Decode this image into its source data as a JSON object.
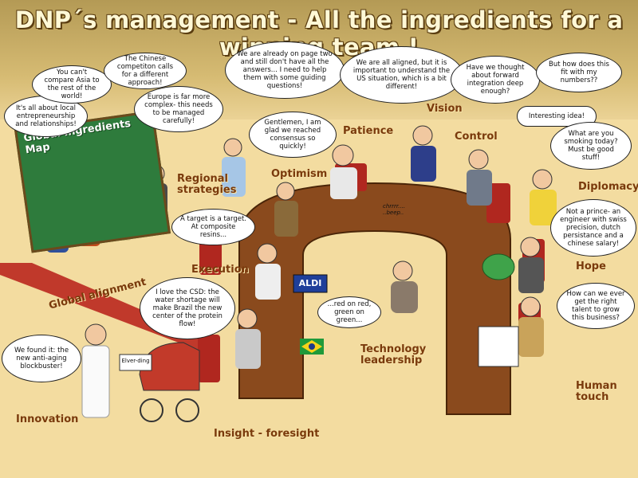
{
  "title": "DNP´s management - All the ingredients for a winning team !",
  "map_title": "Global Ingredients Map",
  "table_sign": "ALDI",
  "stroller_sign": "Elver-ding",
  "phone_text": "chrrrr.... ..beep..",
  "bubbles": {
    "entrepreneurship": "It's all about local entrepreneurship and relationships!",
    "asia": "You can't compare Asia to the rest of the world!",
    "chinese": "The Chinese competiton calls for a different approach!",
    "europe": "Europe is far more complex- this needs to be managed carefully!",
    "page_two": "We are already on page two and still don't have all the answers... I need to help them with some guiding questions!",
    "aligned": "We are all aligned, but it is important to understand the US situation, which is a bit different!",
    "integration": "Have we thought about forward integration deep enough?",
    "numbers": "But how does this fit with my numbers??",
    "gentlemen": "Gentlemen, I am glad we reached consensus so quickly!",
    "interesting": "Interesting idea!",
    "smoking": "What are you smoking today? Must be good stuff!",
    "prince": "Not a prince- an engineer with swiss precision, dutch persistance and a chinese salary!",
    "target": "A target is a target. At composite resins...",
    "csd": "I love the CSD: the water shortage will make Brazil the new center of the protein flow!",
    "red_on_red": "...red on red, green on green...",
    "talent": "How can we ever get the right talent to grow this business?",
    "anti_aging": "We found it: the new anti-aging blockbuster!"
  },
  "labels": {
    "vision": "Vision",
    "patience": "Patience",
    "control": "Control",
    "regional": "Regional strategies",
    "optimism": "Optimism",
    "diplomacy": "Diplomacy",
    "execution": "Execution",
    "hope": "Hope",
    "global_alignment": "Global alignment",
    "technology": "Technology leadership",
    "human_touch": "Human touch",
    "innovation": "Innovation",
    "insight": "Insight - foresight"
  }
}
